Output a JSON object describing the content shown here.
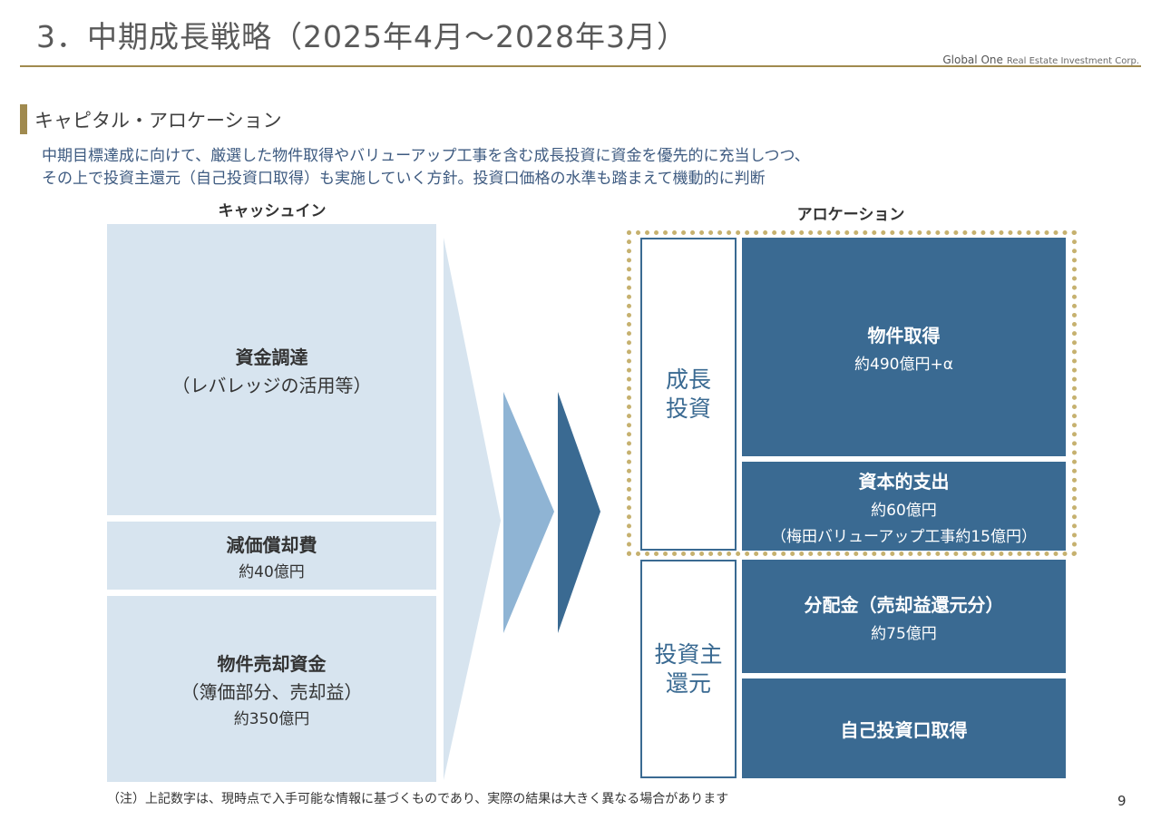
{
  "header": {
    "title": "3．中期成長戦略（2025年4月～2028年3月）",
    "logo_main": "Global One",
    "logo_sub": "Real Estate Investment Corp."
  },
  "section": {
    "title": "キャピタル・アロケーション",
    "desc_line1": "中期目標達成に向けて、厳選した物件取得やバリューアップ工事を含む成長投資に資金を優先的に充当しつつ、",
    "desc_line2": "その上で投資主還元（自己投資口取得）も実施していく方針。投資口価格の水準も踏まえて機動的に判断"
  },
  "cash_in": {
    "heading": "キャッシュイン",
    "funding": {
      "title": "資金調達",
      "sub": "（レバレッジの活用等）"
    },
    "depreciation": {
      "title": "減価償却費",
      "amount": "約40億円"
    },
    "sale": {
      "title": "物件売却資金",
      "sub": "（簿価部分、売却益）",
      "amount": "約350億円"
    }
  },
  "allocation": {
    "heading": "アロケーション",
    "growth_label_1": "成長",
    "growth_label_2": "投資",
    "return_label_1": "投資主",
    "return_label_2": "還元",
    "acquisition": {
      "title": "物件取得",
      "amount": "約490億円+α"
    },
    "capex": {
      "title": "資本的支出",
      "amount": "約60億円",
      "note": "（梅田バリューアップ工事約15億円）"
    },
    "distribution": {
      "title": "分配金（売却益還元分）",
      "amount": "約75億円"
    },
    "buyback": {
      "title": "自己投資口取得"
    }
  },
  "footer": {
    "note": "（注）上記数字は、現時点で入手可能な情報に基づくものであり、実際の結果は大きく異なる場合があります",
    "page": "9"
  },
  "colors": {
    "accent_gold": "#a08a4f",
    "dotted_gold": "#c6b16f",
    "dark_blue": "#3a6a92",
    "light_blue": "#d7e4ef",
    "mid_blue": "#8fb4d4",
    "text_blue": "#3d5a80"
  }
}
